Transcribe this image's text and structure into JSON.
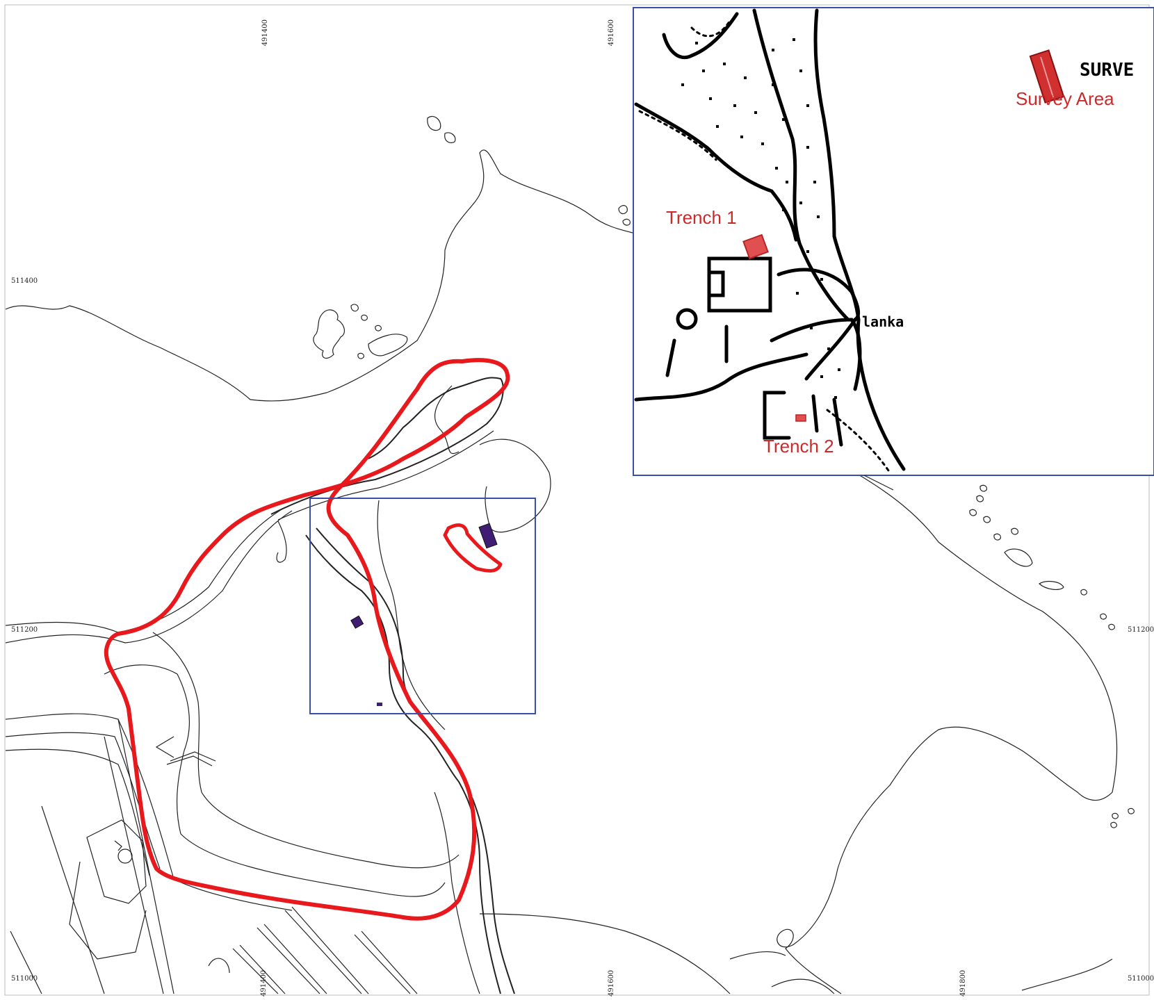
{
  "grid_labels": {
    "x_top": [
      "491400",
      "491600"
    ],
    "x_bottom": [
      "491400",
      "491600",
      "491800"
    ],
    "y_left": [
      "511400",
      "511200",
      "511000"
    ],
    "y_right": [
      "511200",
      "511000"
    ]
  },
  "inset": {
    "trench_1": "Trench 1",
    "trench_2": "Trench 2",
    "survey_area": "Survey Area",
    "map_word_lanes": "lanka",
    "map_word_survey": "SURVE"
  },
  "colors": {
    "boundary": "#e8191d",
    "frame": "#3a4fa8",
    "features": "#3f1d73",
    "lines": "#222222",
    "label_red": "#cc2a2a"
  }
}
